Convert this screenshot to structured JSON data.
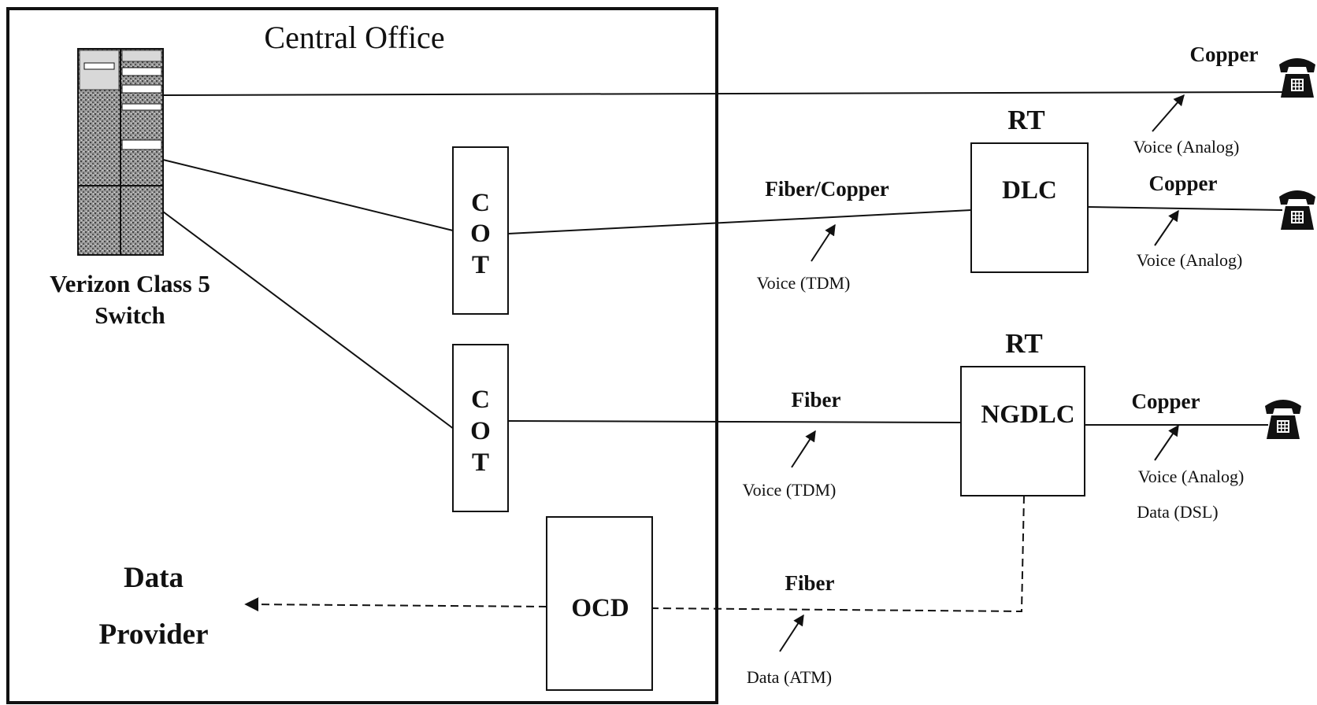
{
  "central_office": {
    "title": "Central Office",
    "switch_label_line1": "Verizon Class 5",
    "switch_label_line2": "Switch",
    "cot1": [
      "C",
      "O",
      "T"
    ],
    "cot2": [
      "C",
      "O",
      "T"
    ],
    "ocd": "OCD",
    "data_provider_line1": "Data",
    "data_provider_line2": "Provider"
  },
  "top_link": {
    "medium": "Copper",
    "signal": "Voice (Analog)"
  },
  "dlc_path": {
    "feeder_medium": "Fiber/Copper",
    "feeder_signal": "Voice (TDM)",
    "rt_label": "RT",
    "rt_unit": "DLC",
    "drop_medium": "Copper",
    "drop_signal": "Voice (Analog)"
  },
  "ngdlc_path": {
    "feeder_medium": "Fiber",
    "feeder_signal": "Voice (TDM)",
    "rt_label": "RT",
    "rt_unit": "NGDLC",
    "drop_medium": "Copper",
    "drop_signal_voice": "Voice (Analog)",
    "drop_signal_data": "Data (DSL)"
  },
  "data_path": {
    "medium": "Fiber",
    "signal": "Data (ATM)"
  },
  "icons": [
    "switch-rack-icon",
    "telephone-icon",
    "arrow-icon"
  ]
}
